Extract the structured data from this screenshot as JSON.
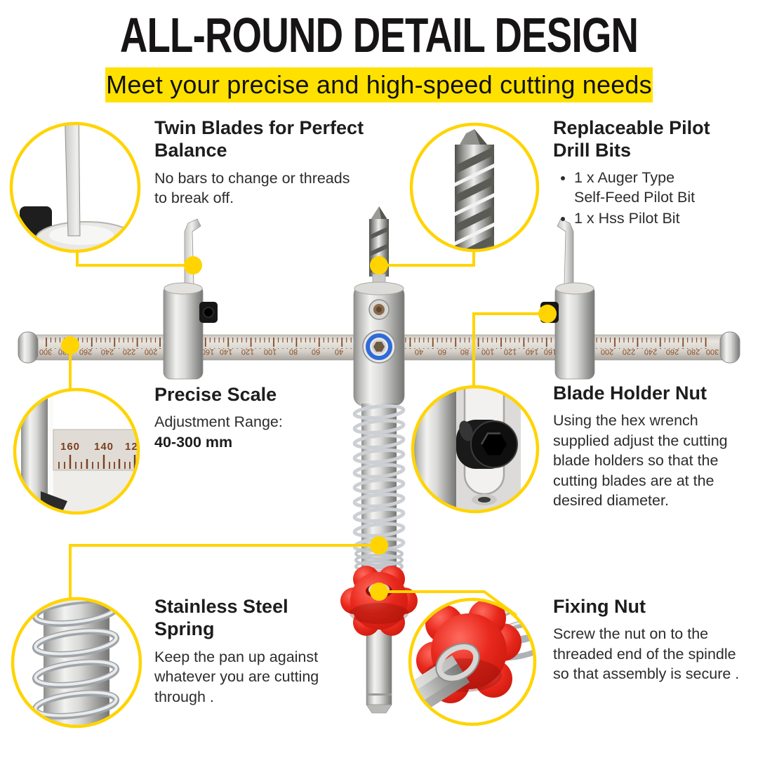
{
  "header": {
    "title": "ALL-ROUND DETAIL DESIGN",
    "subtitle": "Meet your precise and high-speed cutting needs"
  },
  "colors": {
    "accent_yellow": "#FFD400",
    "banner_yellow": "#FFE100",
    "nut_red": "#E3261D",
    "screw_blue": "#2F6BD8"
  },
  "callouts": [
    {
      "id": "twin-blades",
      "heading": "Twin Blades for Perfect\nBalance",
      "body": "No bars to change or threads\nto break off."
    },
    {
      "id": "pilot-drill-bits",
      "heading": "Replaceable Pilot\nDrill Bits",
      "bullets": [
        "1 x Auger Type\nSelf-Feed Pilot Bit",
        "1 x Hss Pilot Bit"
      ]
    },
    {
      "id": "precise-scale",
      "heading": "Precise Scale",
      "body": "Adjustment Range:",
      "range_value": "40-300 mm"
    },
    {
      "id": "blade-holder-nut",
      "heading": "Blade Holder Nut",
      "body": "Using the hex wrench\nsupplied  adjust the cutting\nblade holders so that the\ncutting blades are at the\ndesired diameter."
    },
    {
      "id": "stainless-steel-spring",
      "heading": "Stainless Steel\nSpring",
      "body": "Keep the pan up against\nwhatever you are cutting\nthrough ."
    },
    {
      "id": "fixing-nut",
      "heading": "Fixing Nut",
      "body": "Screw the nut on to the\nthreaded end of the spindle\nso that assembly is secure ."
    }
  ],
  "ruler": {
    "unit": "mm",
    "left_labels": [
      "300",
      "280",
      "260",
      "240",
      "220",
      "200",
      "160",
      "140",
      "120",
      "100",
      "80",
      "60",
      "40"
    ],
    "right_labels": [
      "40",
      "60",
      "80",
      "100",
      "120",
      "140",
      "160",
      "200",
      "220",
      "240",
      "260",
      "280",
      "300"
    ],
    "closeup_labels": [
      "160",
      "140",
      "120"
    ]
  }
}
